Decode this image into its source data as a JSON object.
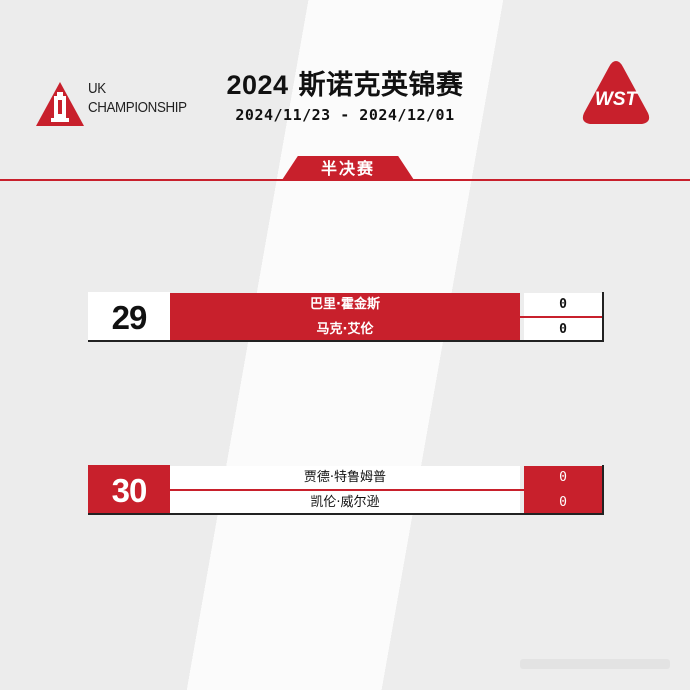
{
  "header": {
    "title_num": "2024",
    "title_text": "斯诺克英锦赛",
    "dates": "2024/11/23 - 2024/12/01",
    "left_logo": {
      "line1": "UK",
      "line2": "CHAMPIONSHIP",
      "icon": "trophy-triangle-logo"
    },
    "right_logo": {
      "text": "WST",
      "icon": "wst-triangle-logo"
    }
  },
  "round": {
    "label": "半决赛"
  },
  "matches": [
    {
      "number": "29",
      "player1": "巴里·霍金斯",
      "score1": "0",
      "player2": "马克·艾伦",
      "score2": "0"
    },
    {
      "number": "30",
      "player1": "贾德·特鲁姆普",
      "score1": "0",
      "player2": "凯伦·威尔逊",
      "score2": "0"
    }
  ],
  "colors": {
    "accent": "#c8202c",
    "background": "#f3f3f3",
    "text": "#111111"
  }
}
